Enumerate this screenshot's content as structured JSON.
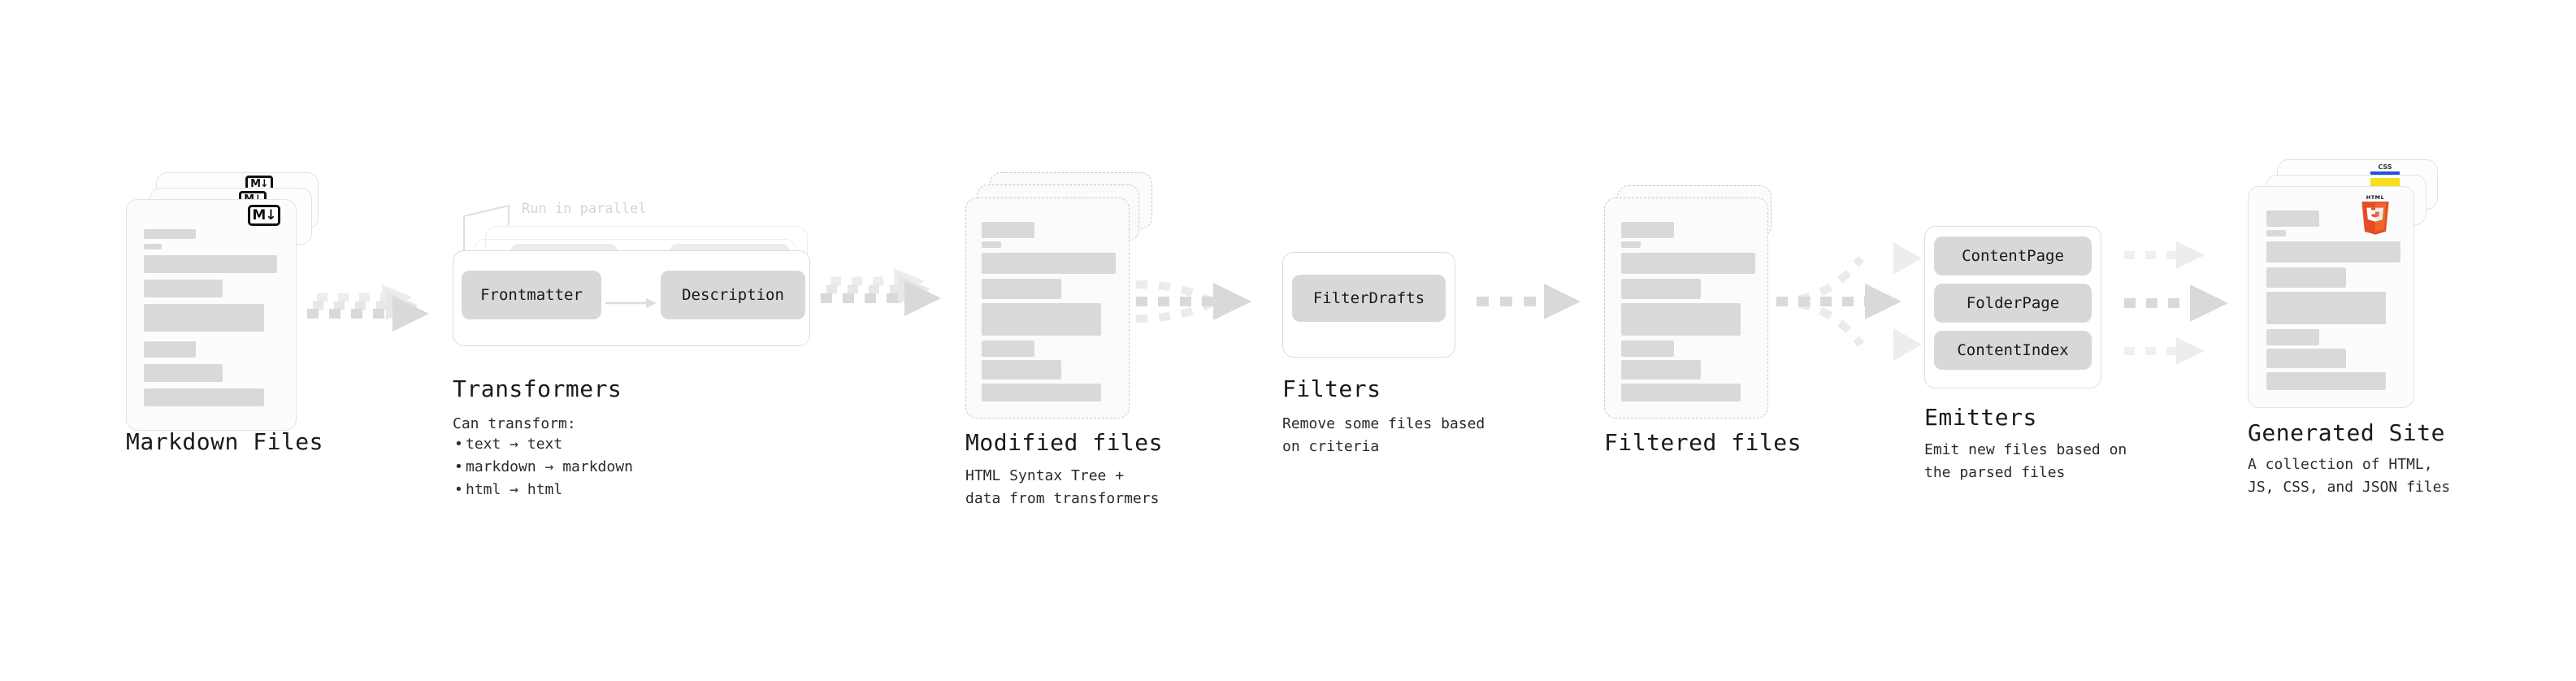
{
  "diagram": {
    "title_color": "#1a1a1a",
    "accent_colors": {
      "markdown_badge": "#111111",
      "css_badge": "#264de4",
      "js_badge": "#f7df1e",
      "html5_badge": "#e44d26",
      "skeleton": "#d9d9d9",
      "pill": "#d8d8d8",
      "arrow": "#d7d7d7"
    }
  },
  "stages": [
    {
      "id": "markdown-files",
      "title": "Markdown Files",
      "desc": "",
      "badge": "M↓",
      "badge_name": "markdown-icon"
    },
    {
      "id": "transformers",
      "title": "Transformers",
      "desc": "Can transform:",
      "parallel_label": "Run in parallel",
      "pills": [
        "Frontmatter",
        "Description"
      ],
      "bullets": [
        "text → text",
        "markdown → markdown",
        "html → html"
      ]
    },
    {
      "id": "modified-files",
      "title": "Modified files",
      "desc": "HTML Syntax Tree +\ndata from transformers"
    },
    {
      "id": "filters",
      "title": "Filters",
      "desc": "Remove some files based\non criteria",
      "pills": [
        "FilterDrafts"
      ]
    },
    {
      "id": "filtered-files",
      "title": "Filtered files",
      "desc": ""
    },
    {
      "id": "emitters",
      "title": "Emitters",
      "desc": "Emit new files based on\nthe parsed files",
      "pills": [
        "ContentPage",
        "FolderPage",
        "ContentIndex"
      ]
    },
    {
      "id": "generated-site",
      "title": "Generated Site",
      "desc": "A collection of HTML,\nJS, CSS, and JSON files",
      "badges": [
        "CSS",
        "JS",
        "HTML5"
      ]
    }
  ]
}
